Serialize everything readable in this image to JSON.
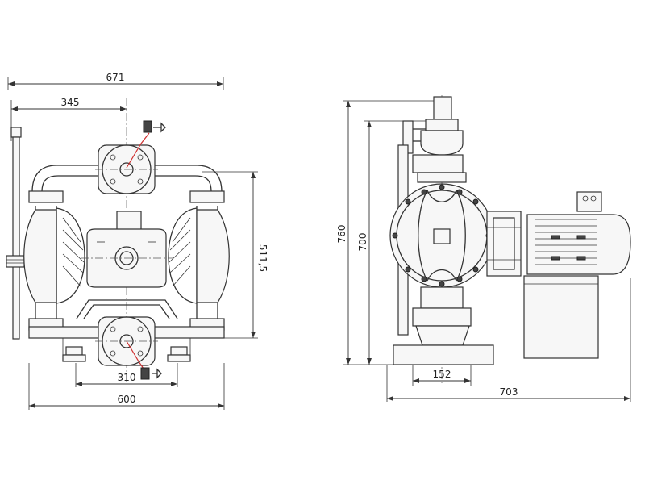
{
  "front_view": {
    "overall_width": "671",
    "outlet_offset": "345",
    "height": "511,5",
    "port_spacing": "310",
    "base_width": "600"
  },
  "side_view": {
    "overall_height": "760",
    "port_height": "700",
    "port_offset": "152",
    "overall_length": "703"
  },
  "colors": {
    "line": "#333333",
    "flow_arrow": "#d03030",
    "background": "#ffffff"
  },
  "icons": {
    "outlet_symbol": "outlet-flow-icon",
    "inlet_symbol": "inlet-flow-icon"
  }
}
